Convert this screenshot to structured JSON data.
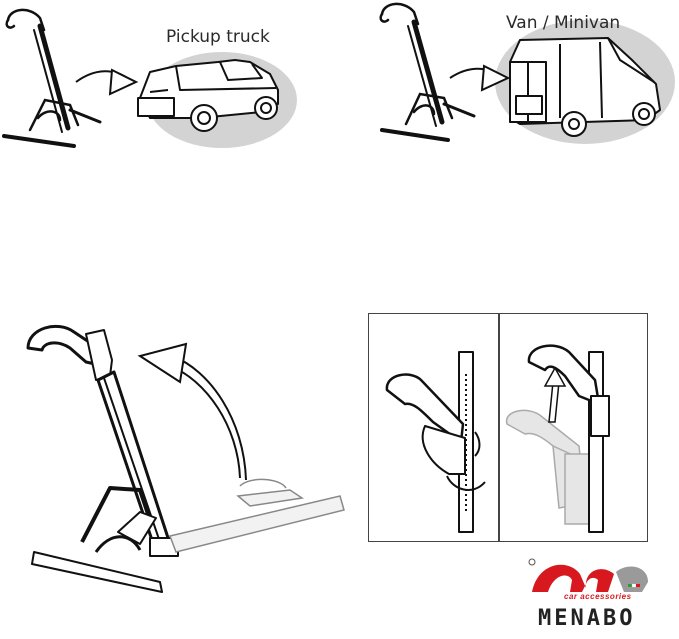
{
  "scenes": {
    "pickup": {
      "label": "Pickup truck"
    },
    "van": {
      "label": "Van / Minivan"
    }
  },
  "brand": {
    "tagline": "car accessories",
    "name": "MENABO",
    "colors": {
      "red": "#d7191f",
      "gray": "#9a9a9a",
      "green": "#2e9b3a"
    }
  }
}
